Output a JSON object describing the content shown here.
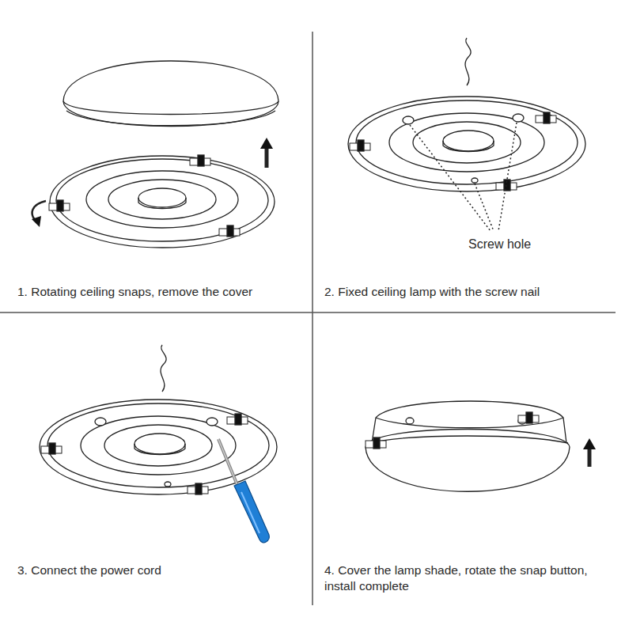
{
  "diagram": {
    "labels": [
      "Screw hole",
      "1. Rotating ceiling snaps, remove the cover",
      "2. Fixed ceiling lamp with the screw nail",
      "3. Connect the power cord",
      "4. Cover the lamp shade, rotate the snap button, install complete"
    ]
  }
}
